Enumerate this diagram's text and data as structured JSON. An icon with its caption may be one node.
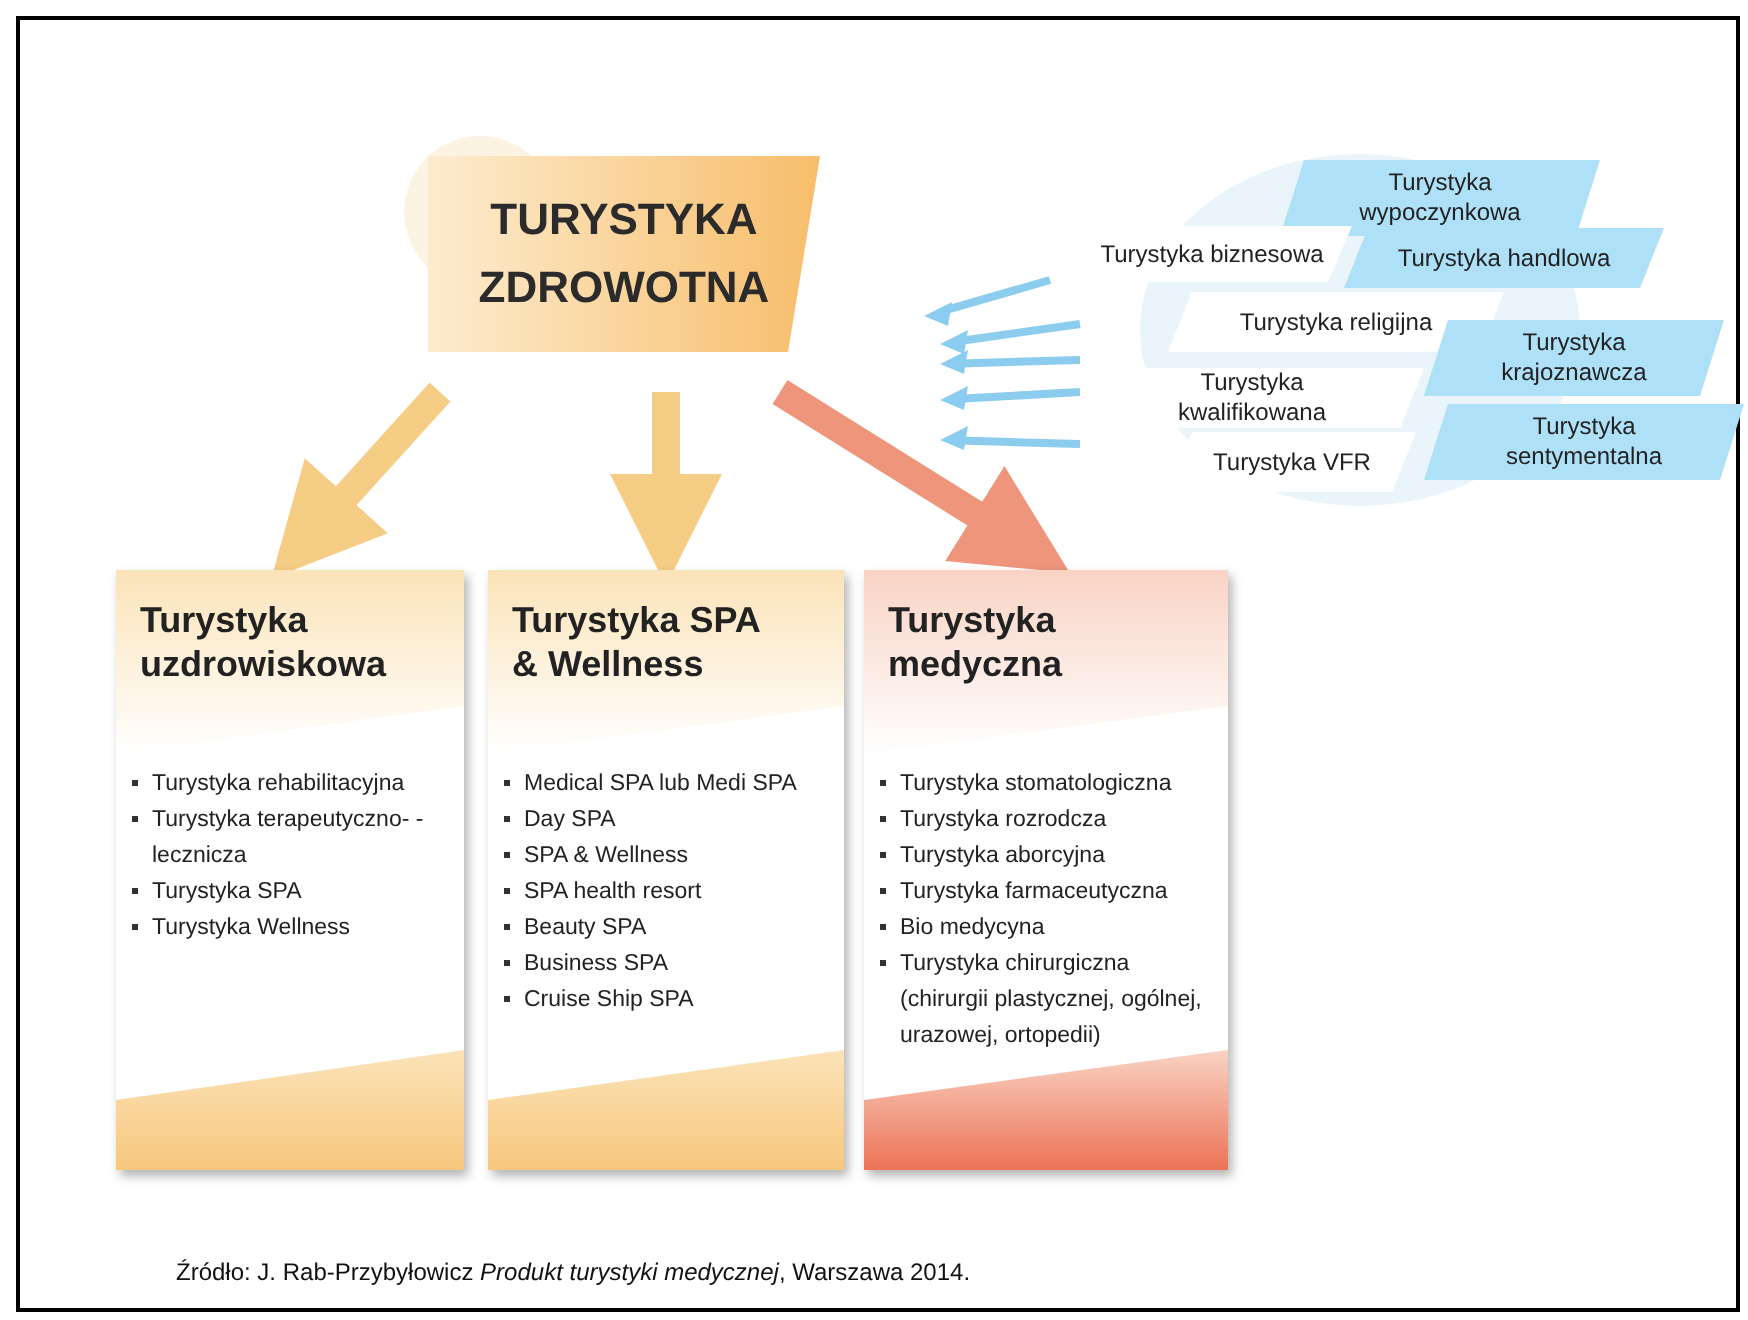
{
  "diagram": {
    "nodes": [
      {
        "text": [
          "TURYSTYKA ZDROWOTNA"
        ]
      },
      {
        "text": [
          "Turystyka uzdrowiskowa",
          "Turystyka rehabilitacyjna",
          "Turystyka terapeutyczno- -lecznicza",
          "Turystyka SPA",
          "Turystyka Wellness"
        ]
      },
      {
        "text": [
          "Turystyka SPA & Wellness",
          "Medical SPA lub Medi SPA",
          "Day SPA",
          "SPA & Wellness",
          "SPA health resort",
          "Beauty SPA",
          "Business SPA",
          "Cruise Ship SPA"
        ]
      },
      {
        "text": [
          "Turystyka medyczna",
          "Turystyka stomatologiczna",
          "Turystyka rozrodcza",
          "Turystyka aborcyjna",
          "Turystyka farmaceutyczna",
          "Bio medycyna",
          "Turystyka chirurgiczna (chirurgii plastycznej, ogólnej, urazowej, ortopedii)"
        ]
      },
      {
        "text": [
          "Turystyka wypoczynkowa"
        ]
      },
      {
        "text": [
          "Turystyka biznesowa"
        ]
      },
      {
        "text": [
          "Turystyka handlowa"
        ]
      },
      {
        "text": [
          "Turystyka religijna"
        ]
      },
      {
        "text": [
          "Turystyka krajoznawcza"
        ]
      },
      {
        "text": [
          "Turystyka kwalifikowana"
        ]
      },
      {
        "text": [
          "Turystyka sentymentalna"
        ]
      },
      {
        "text": [
          "Turystyka VFR"
        ]
      }
    ],
    "edges": [
      {
        "from": 0,
        "to": 1,
        "arrow": "to"
      },
      {
        "from": 0,
        "to": 2,
        "arrow": "to"
      },
      {
        "from": 0,
        "to": 3,
        "arrow": "to",
        "color": "#ee8a6e"
      }
    ],
    "caption": "Źródło:  J. Rab-Przybyłowicz  *Produkt turystyki medycznej*, Warszawa 2014."
  }
}
